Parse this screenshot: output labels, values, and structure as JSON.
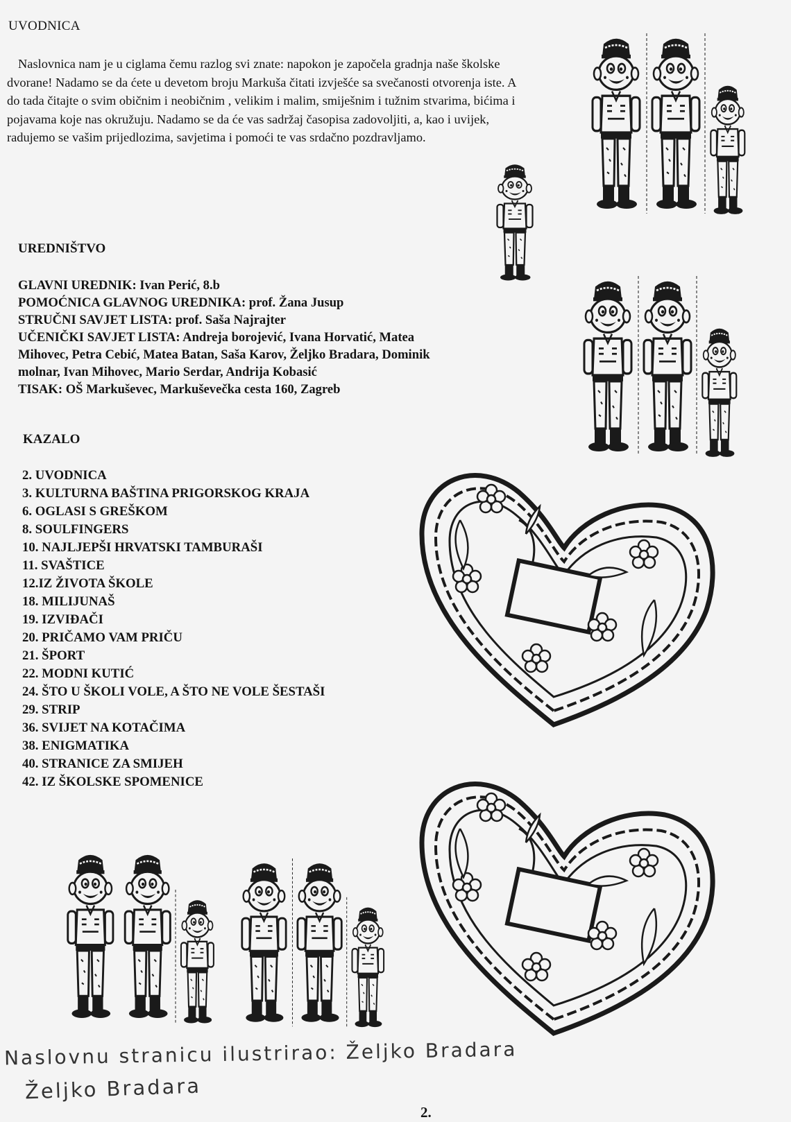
{
  "intro": {
    "heading": "UVODNICA",
    "text": "Naslovnica nam je u ciglama čemu razlog svi znate: napokon je započela gradnja naše školske dvorane! Nadamo se da ćete u devetom broju Markuša čitati izvješće sa svečanosti otvorenja iste. A do tada čitajte o svim običnim i neobičnim , velikim i malim, smiješnim i tužnim stvarima, bićima i pojavama koje nas okružuju. Nadamo se da će vas sadržaj časopisa zadovoljiti, a, kao i uvijek, radujemo se vašim prijedlozima, savjetima i pomoći te vas srdačno pozdravljamo."
  },
  "staff": {
    "heading": "UREDNIŠTVO",
    "lines": [
      "GLAVNI UREDNIK: Ivan Perić, 8.b",
      "POMOĆNICA GLAVNOG UREDNIKA: prof. Žana Jusup",
      "STRUČNI SAVJET LISTA: prof. Saša Najrajter",
      "UČENIČKI SAVJET LISTA: Andreja borojević, Ivana Horvatić, Matea",
      "Mihovec, Petra Cebić, Matea Batan, Saša Karov, Željko Bradara, Dominik",
      "molnar, Ivan Mihovec, Mario Serdar, Andrija Kobasić",
      "TISAK: OŠ Markuševec, Markuševečka cesta 160, Zagreb"
    ]
  },
  "contents": {
    "heading": "KAZALO",
    "items": [
      "2. UVODNICA",
      "3. KULTURNA BAŠTINA PRIGORSKOG KRAJA",
      "6. OGLASI S GREŠKOM",
      "8. SOULFINGERS",
      "10. NAJLJEPŠI HRVATSKI TAMBURAŠI",
      "11. SVAŠTICE",
      "12.IZ ŽIVOTA ŠKOLE",
      "18. MILIJUNAŠ",
      "19. IZVIĐAČI",
      "20. PRIČAMO VAM PRIČU",
      "21. ŠPORT",
      "22. MODNI KUTIĆ",
      "24. ŠTO U ŠKOLI VOLE, A ŠTO NE VOLE ŠESTAŠI",
      "29. STRIP",
      "36. SVIJET NA KOTAČIMA",
      "38. ENIGMATIKA",
      "40. STRANICE ZA SMIJEH",
      "42. IZ ŠKOLSKE SPOMENICE"
    ]
  },
  "handwriting": {
    "credit": "Naslovnu stranicu ilustrirao: Željko Bradara",
    "signature": "Željko Bradara"
  },
  "page_number": "2."
}
